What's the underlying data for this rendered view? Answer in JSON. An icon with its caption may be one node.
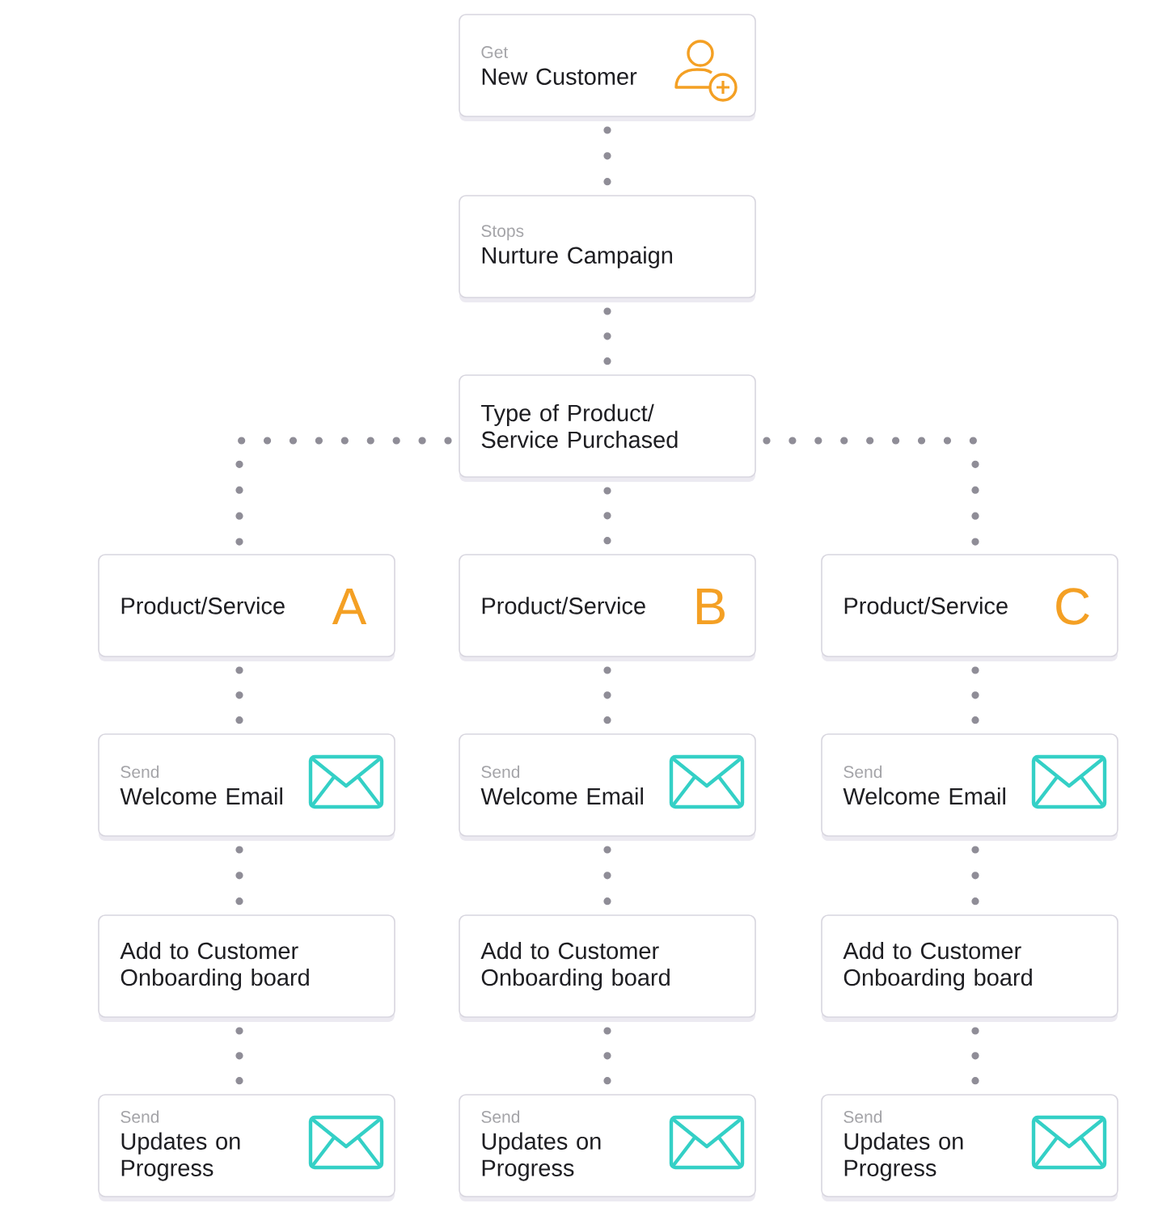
{
  "diagram": {
    "nodes": [
      {
        "text": [
          "Get",
          "New Customer"
        ]
      },
      {
        "text": [
          "Stops",
          "Nurture Campaign"
        ]
      },
      {
        "text": [
          "Type of Product/ Service Purchased"
        ]
      },
      {
        "text": [
          "Product/Service",
          "A"
        ]
      },
      {
        "text": [
          "Product/Service",
          "B"
        ]
      },
      {
        "text": [
          "Product/Service",
          "C"
        ]
      },
      {
        "text": [
          "Send",
          "Welcome Email"
        ]
      },
      {
        "text": [
          "Send",
          "Welcome Email"
        ]
      },
      {
        "text": [
          "Send",
          "Welcome Email"
        ]
      },
      {
        "text": [
          "Add to Customer Onboarding board"
        ]
      },
      {
        "text": [
          "Add to Customer Onboarding board"
        ]
      },
      {
        "text": [
          "Add to Customer Onboarding board"
        ]
      },
      {
        "text": [
          "Send",
          "Updates on Progress"
        ]
      },
      {
        "text": [
          "Send",
          "Updates on Progress"
        ]
      },
      {
        "text": [
          "Send",
          "Updates on Progress"
        ]
      }
    ],
    "edges": [
      {
        "from": 0,
        "to": 1,
        "arrow": "none"
      },
      {
        "from": 1,
        "to": 2,
        "arrow": "none"
      },
      {
        "from": 2,
        "to": 3,
        "arrow": "none"
      },
      {
        "from": 2,
        "to": 4,
        "arrow": "none"
      },
      {
        "from": 2,
        "to": 5,
        "arrow": "none"
      },
      {
        "from": 3,
        "to": 6,
        "arrow": "none"
      },
      {
        "from": 4,
        "to": 7,
        "arrow": "none"
      },
      {
        "from": 5,
        "to": 8,
        "arrow": "none"
      },
      {
        "from": 6,
        "to": 9,
        "arrow": "none"
      },
      {
        "from": 7,
        "to": 10,
        "arrow": "none"
      },
      {
        "from": 8,
        "to": 11,
        "arrow": "none"
      },
      {
        "from": 9,
        "to": 12,
        "arrow": "none"
      },
      {
        "from": 10,
        "to": 13,
        "arrow": "none"
      },
      {
        "from": 11,
        "to": 14,
        "arrow": "none"
      }
    ]
  }
}
